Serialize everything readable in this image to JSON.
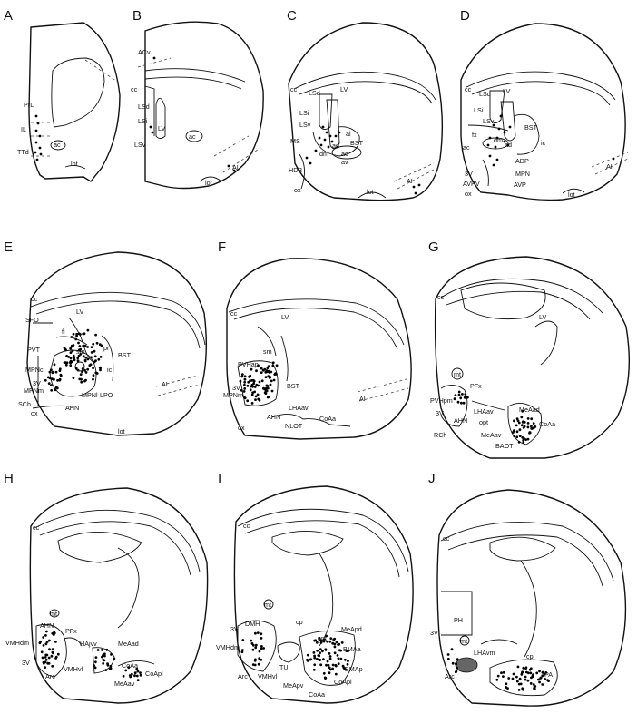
{
  "panels": [
    {
      "letter": "A",
      "labels": [
        "PrL",
        "IL",
        "TTd",
        "ac",
        "lot"
      ]
    },
    {
      "letter": "B",
      "labels": [
        "ACv",
        "cc",
        "LSd",
        "LSi",
        "LSv",
        "LV",
        "ac",
        "AI",
        "lot"
      ]
    },
    {
      "letter": "C",
      "labels": [
        "cc",
        "LSd",
        "LV",
        "LSi",
        "LSv",
        "MS",
        "BST",
        "al",
        "ad",
        "ac",
        "dm",
        "av",
        "HDB",
        "AI",
        "ox",
        "lot"
      ]
    },
    {
      "letter": "D",
      "labels": [
        "cc",
        "LSd",
        "LV",
        "LSi",
        "LSv",
        "fx",
        "ad",
        "BST",
        "ic",
        "ac",
        "dm",
        "ADP",
        "3V",
        "AVPV",
        "MPN",
        "AVP",
        "ox",
        "AI",
        "lot"
      ]
    },
    {
      "letter": "E",
      "labels": [
        "cc",
        "LV",
        "SFO",
        "fi",
        "PVT",
        "sm",
        "pr",
        "BST",
        "MPNc",
        "ic",
        "3V",
        "MPNm",
        "MPNl",
        "LPO",
        "SCh",
        "AHN",
        "ox",
        "AI",
        "lot"
      ]
    },
    {
      "letter": "F",
      "labels": [
        "cc",
        "LV",
        "sm",
        "PVHap",
        "3V",
        "MPNm",
        "BST",
        "AHN",
        "LHAav",
        "NLOT",
        "CoAa",
        "ox",
        "AI"
      ]
    },
    {
      "letter": "G",
      "labels": [
        "cc",
        "LV",
        "mt",
        "PFx",
        "PVHpm",
        "3V",
        "AHN",
        "LHAav",
        "MeAad",
        "opt",
        "CoAa",
        "RCh",
        "MeAav",
        "BAOT"
      ]
    },
    {
      "letter": "H",
      "labels": [
        "cc",
        "mt",
        "AHN",
        "VMHdm",
        "PFx",
        "HAjvv",
        "MeAad",
        "3V",
        "Arc",
        "VMHvl",
        "CoAa",
        "MeAav",
        "CoApl"
      ]
    },
    {
      "letter": "I",
      "labels": [
        "cc",
        "mt",
        "cp",
        "3V",
        "DMH",
        "MeApd",
        "VMHdm",
        "opt",
        "BMAa",
        "Arc",
        "VMHvl",
        "TUi",
        "MeApv",
        "BMAp",
        "CoAa",
        "CoApl"
      ]
    },
    {
      "letter": "J",
      "labels": [
        "cc",
        "PH",
        "mt",
        "3V",
        "LHAvm",
        "cp",
        "Arc",
        "PA"
      ]
    }
  ]
}
